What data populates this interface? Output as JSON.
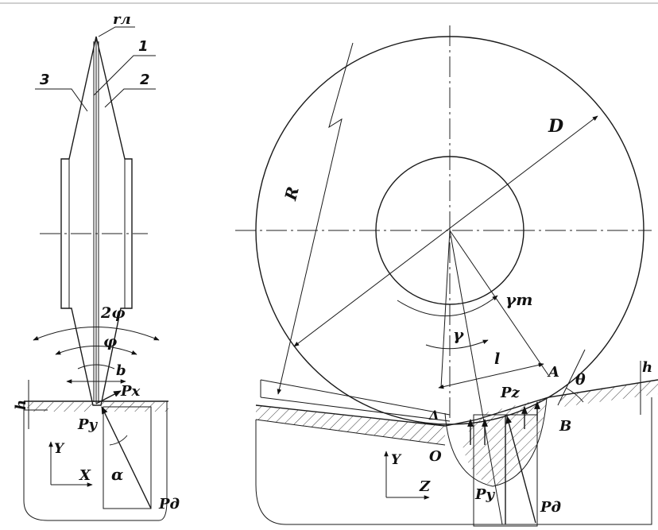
{
  "left": {
    "labels": {
      "r_l": "rл",
      "part1": "1",
      "part2": "2",
      "part3": "3",
      "two_phi": "2φ",
      "phi": "φ",
      "b": "b",
      "px": "Px",
      "py": "Py",
      "pd": "Pд",
      "h": "h",
      "y_axis": "Y",
      "x_axis": "X",
      "alpha": "α"
    }
  },
  "right": {
    "labels": {
      "D": "D",
      "R": "R",
      "gamma_m": "γm",
      "gamma": "γ",
      "l": "l",
      "A": "A",
      "theta": "θ",
      "h": "h",
      "pz": "Pz",
      "delta": "Δ",
      "O": "O",
      "B": "B",
      "y_axis": "Y",
      "z_axis": "Z",
      "py": "Py",
      "pd": "Pд"
    }
  }
}
